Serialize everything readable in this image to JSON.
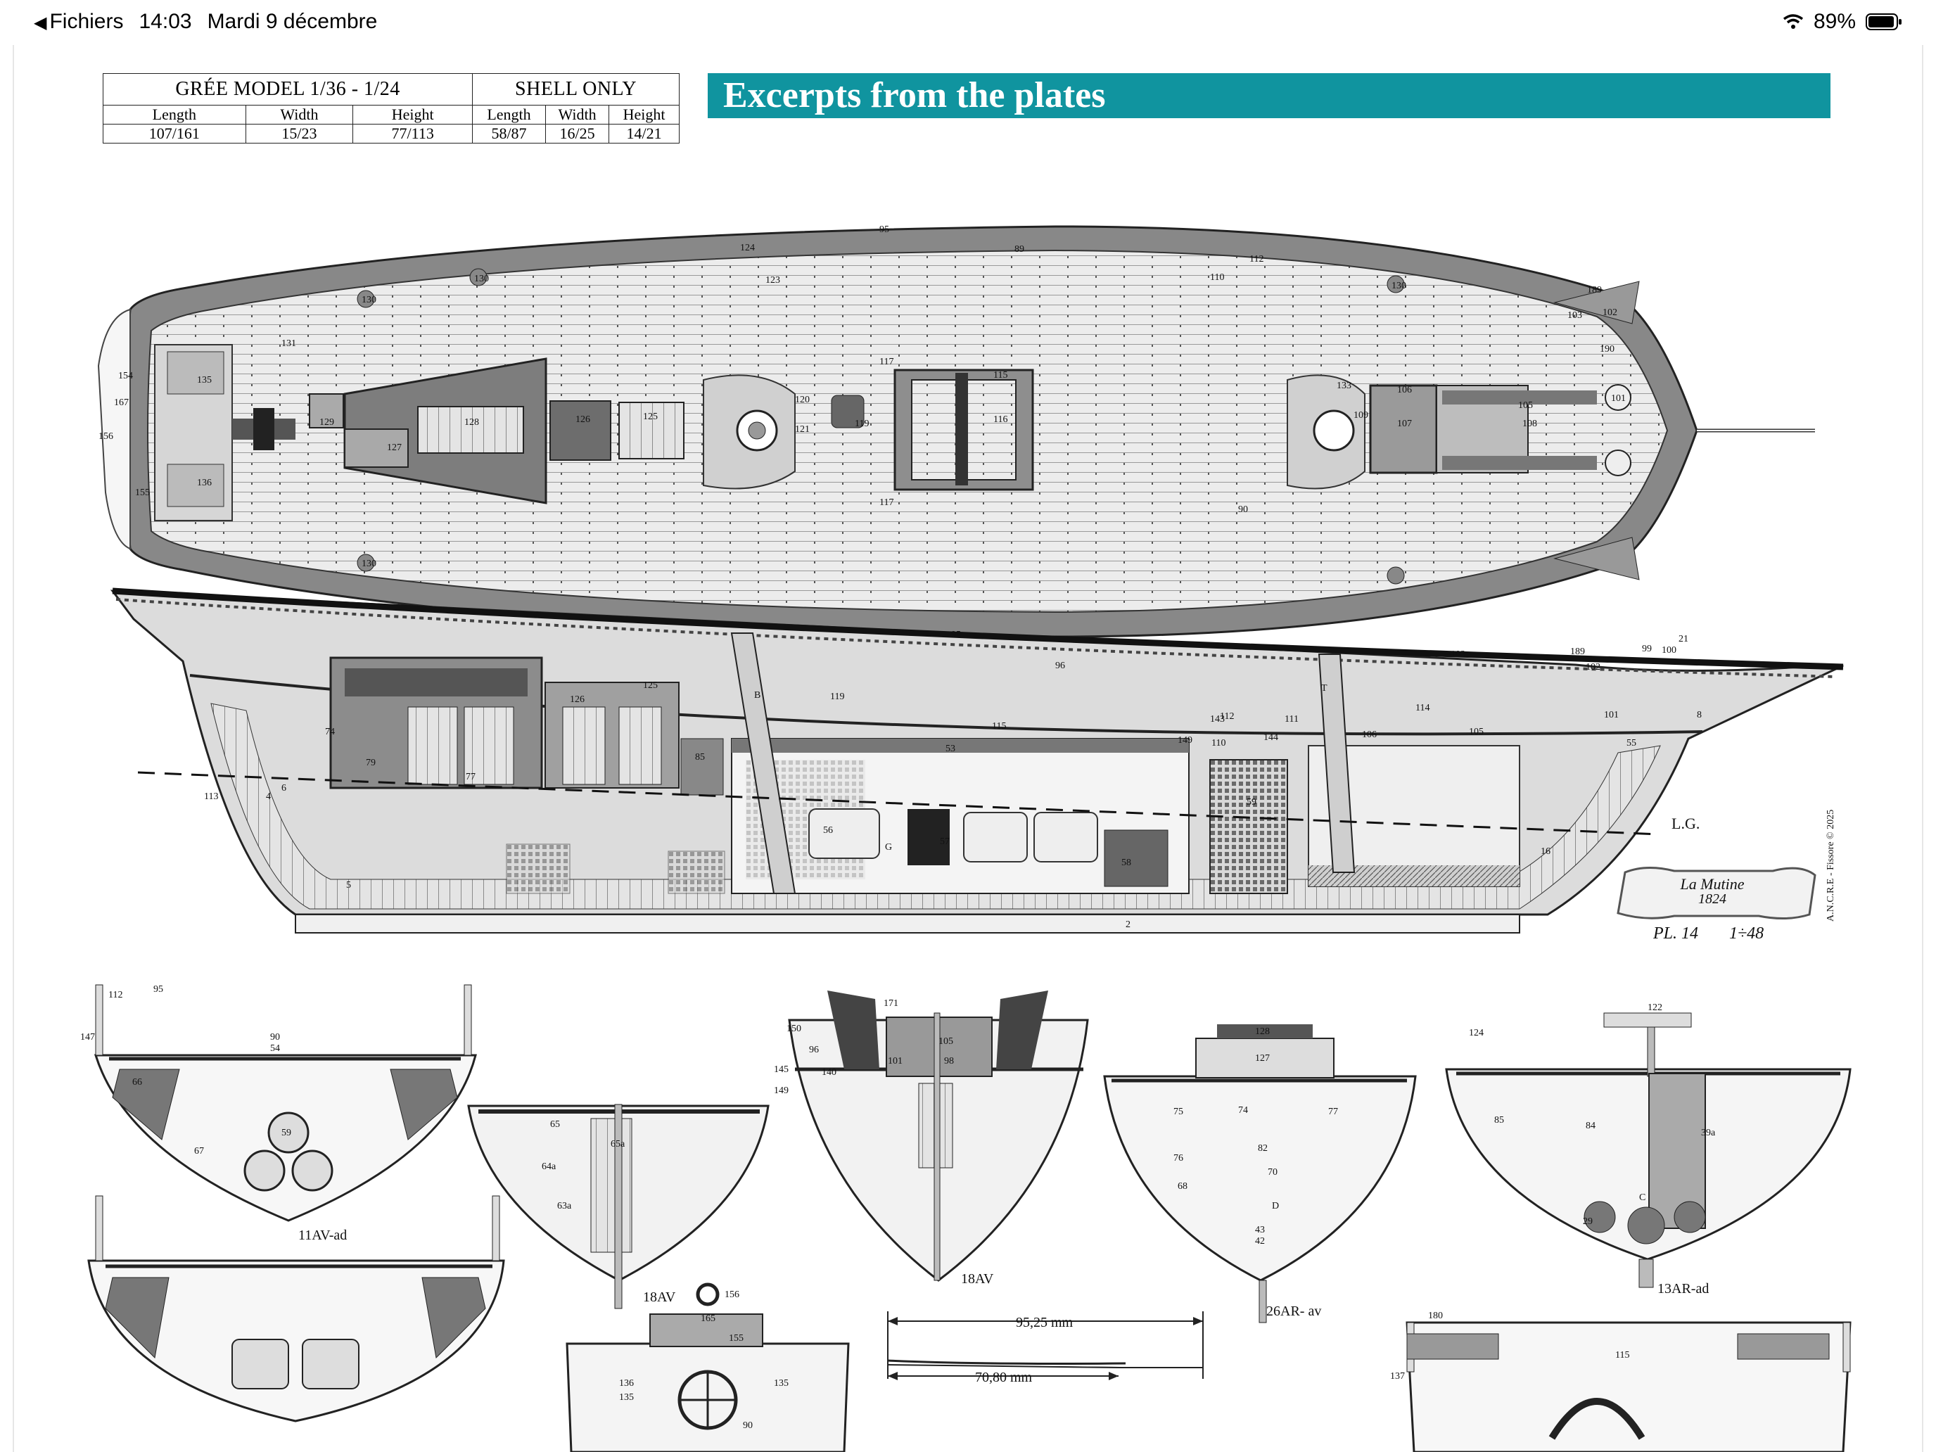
{
  "status_bar": {
    "back_label": "Fichiers",
    "time": "14:03",
    "date": "Mardi 9 décembre",
    "battery": "89%"
  },
  "dimensions_table": {
    "group1_title": "GRÉE MODEL 1/36 - 1/24",
    "group2_title": "SHELL ONLY",
    "columns": [
      "Length",
      "Width",
      "Height",
      "Length",
      "Width",
      "Height"
    ],
    "values": [
      "107/161",
      "15/23",
      "77/113",
      "58/87",
      "16/25",
      "14/21"
    ]
  },
  "banner_title": "Excerpts from the plates",
  "plate": {
    "cartouche_name": "La Mutine",
    "cartouche_year": "1824",
    "plate_number": "PL. 14",
    "scale": "1÷48",
    "copyright": "A.N.C.R.E - Fissore © 2025",
    "waterline_label": "L.G."
  },
  "sections": {
    "label_11": "11AV-ad",
    "label_18a": "18AV",
    "label_18b": "18AV",
    "label_26": "26AR- av",
    "label_13": "13AR-ad"
  },
  "measurements": {
    "length_1": "95,25 mm",
    "length_2": "70,80 mm"
  },
  "deck_numbers": [
    "95",
    "89",
    "124",
    "123",
    "110",
    "112",
    "130",
    "130",
    "130",
    "130",
    "117",
    "117",
    "115",
    "116",
    "119",
    "120",
    "121",
    "126",
    "125",
    "128",
    "127",
    "129",
    "135",
    "136",
    "131",
    "133",
    "106",
    "107",
    "108",
    "109",
    "105",
    "101",
    "103",
    "102",
    "189",
    "190",
    "156",
    "154",
    "167",
    "155",
    "90"
  ],
  "profile_numbers": [
    "95",
    "189",
    "99",
    "100",
    "21",
    "103",
    "102",
    "96",
    "106",
    "105",
    "101",
    "112",
    "111",
    "144",
    "143",
    "114",
    "110",
    "149",
    "53",
    "55",
    "56",
    "57",
    "58",
    "59",
    "16",
    "5",
    "6",
    "74",
    "79",
    "77",
    "85",
    "126",
    "125",
    "119",
    "115",
    "G",
    "B",
    "T",
    "2",
    "8",
    "4",
    "113"
  ],
  "section_numbers": [
    "112",
    "95",
    "147",
    "90",
    "54",
    "66",
    "67",
    "59",
    "65",
    "64a",
    "63a",
    "65a",
    "150",
    "96",
    "140",
    "145",
    "149",
    "101",
    "171",
    "105",
    "98",
    "128",
    "127",
    "75",
    "74",
    "77",
    "76",
    "82",
    "68",
    "70",
    "D",
    "43",
    "42",
    "124",
    "122",
    "85",
    "84",
    "39a",
    "C",
    "29",
    "180",
    "137",
    "115",
    "165",
    "155",
    "136",
    "135",
    "135",
    "90",
    "156"
  ]
}
